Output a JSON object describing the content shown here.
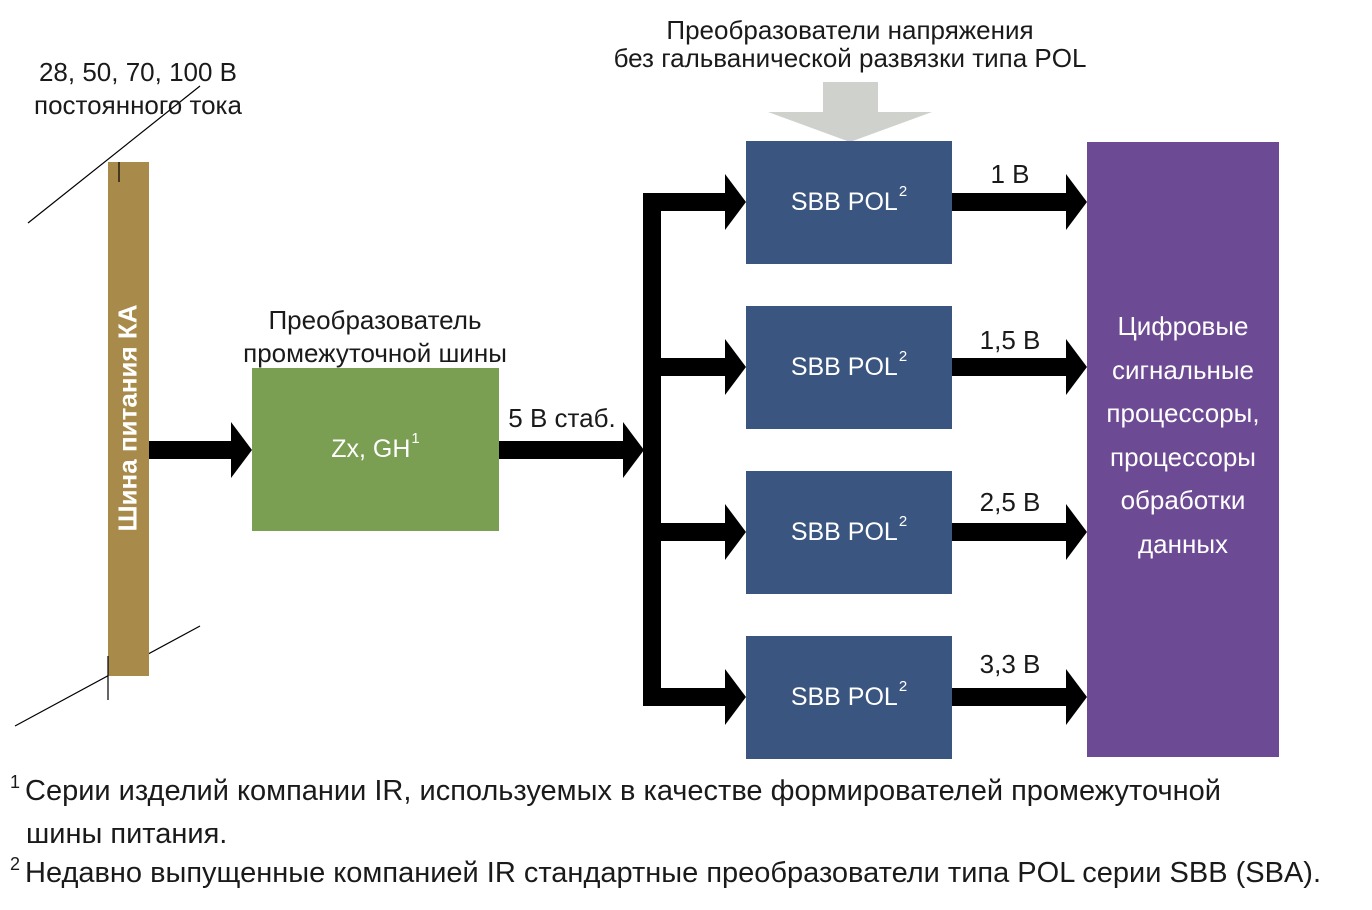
{
  "input_voltage": {
    "line1": "28, 50, 70, 100 В",
    "line2": "постоянного тока"
  },
  "bus": {
    "label": "Шина питания КА",
    "color": "#a88b4b"
  },
  "intermediate_converter": {
    "title_line1": "Преобразователь",
    "title_line2": "промежуточной шины",
    "name": "Zx, GH",
    "note_ref": "1",
    "color": "#7a9e52"
  },
  "output_5v": "5 В стаб.",
  "pol_header": {
    "line1": "Преобразователи напряжения",
    "line2": "без гальванической развязки типа POL"
  },
  "pol_converters": [
    {
      "name": "SBB POL",
      "note_ref": "2",
      "output": "1 В"
    },
    {
      "name": "SBB POL",
      "note_ref": "2",
      "output": "1,5 В"
    },
    {
      "name": "SBB POL",
      "note_ref": "2",
      "output": "2,5 В"
    },
    {
      "name": "SBB POL",
      "note_ref": "2",
      "output": "3,3 В"
    }
  ],
  "pol_color": "#3a557f",
  "load": {
    "text": "Цифровые\nсигнальные\nпроцессоры,\nпроцессоры\nобработки\nданных",
    "color": "#6d4a94"
  },
  "arrow_color": "#000000",
  "header_arrow_color": "#cfd2cc",
  "footnotes": [
    {
      "num": "1",
      "line1": "Серии изделий компании IR, используемых в качестве формирователей промежуточной",
      "line2": "шины питания."
    },
    {
      "num": "2",
      "line1": "Недавно выпущенные компанией IR стандартные преобразователи типа POL серии SBB (SBA)."
    }
  ]
}
